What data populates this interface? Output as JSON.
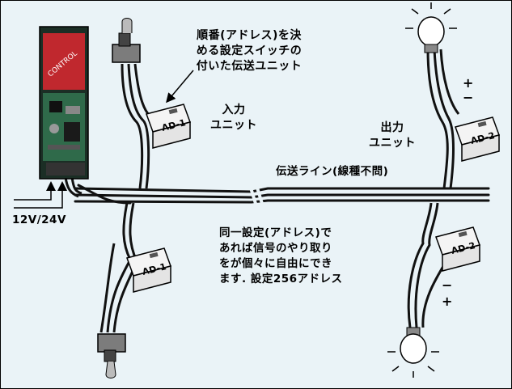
{
  "labels": {
    "address_note_line1": "順番(アドレス)を決",
    "address_note_line2": "める設定スイッチの",
    "address_note_line3": "付いた伝送ユニット",
    "input_unit_line1": "入力",
    "input_unit_line2": "ユニット",
    "output_unit_line1": "出力",
    "output_unit_line2": "ユニット",
    "line_label": "伝送ライン(線種不問)",
    "power_label": "12V/24V",
    "same_setting_line1": "同一設定(アドレス)で",
    "same_setting_line2": "あれば信号のやり取り",
    "same_setting_line3": "をが個々に自由にでき",
    "same_setting_line4": "ます. 設定256アドレス"
  },
  "units": {
    "ad1_top": "AD-1",
    "ad1_bottom": "AD-1",
    "ad2_top": "AD-2",
    "ad2_bottom": "AD-2"
  },
  "polarity": {
    "top_plus": "+",
    "top_minus": "−",
    "bottom_minus": "−",
    "bottom_plus": "+"
  },
  "colors": {
    "background": "#eaf3f7",
    "wire": "#1a1a1a",
    "unit_body": "#f4f4f4",
    "controller_board": "#2f6a4a",
    "controller_label_bg": "#c0282e"
  }
}
